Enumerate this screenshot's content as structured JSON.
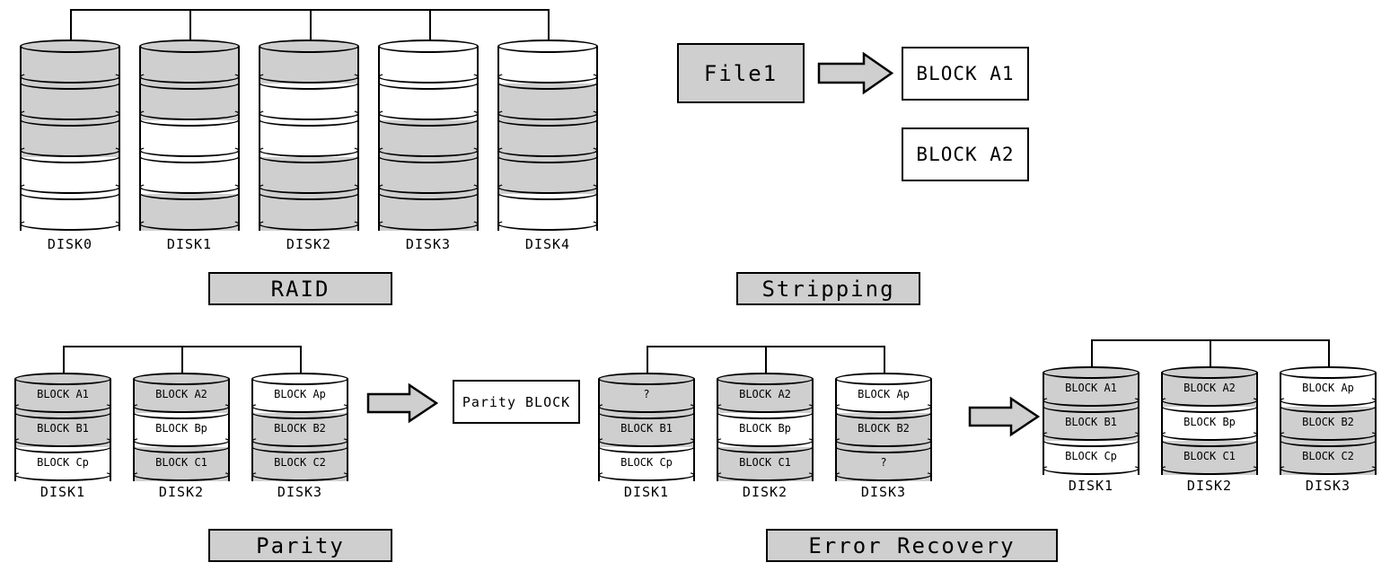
{
  "background": "#ffffff",
  "colors": {
    "gray_fill": "#cfcfcf",
    "outline": "#000000",
    "white_fill": "#ffffff"
  },
  "sections": {
    "raid": {
      "label": "RAID",
      "disks": [
        {
          "caption": "DISK0",
          "segments": [
            {
              "text": "",
              "fill": "gray"
            },
            {
              "text": "",
              "fill": "gray"
            },
            {
              "text": "",
              "fill": "gray"
            },
            {
              "text": "",
              "fill": "white"
            },
            {
              "text": "",
              "fill": "white"
            }
          ]
        },
        {
          "caption": "DISK1",
          "segments": [
            {
              "text": "",
              "fill": "gray"
            },
            {
              "text": "",
              "fill": "gray"
            },
            {
              "text": "",
              "fill": "white"
            },
            {
              "text": "",
              "fill": "white"
            },
            {
              "text": "",
              "fill": "gray"
            }
          ]
        },
        {
          "caption": "DISK2",
          "segments": [
            {
              "text": "",
              "fill": "gray"
            },
            {
              "text": "",
              "fill": "white"
            },
            {
              "text": "",
              "fill": "white"
            },
            {
              "text": "",
              "fill": "gray"
            },
            {
              "text": "",
              "fill": "gray"
            }
          ]
        },
        {
          "caption": "DISK3",
          "segments": [
            {
              "text": "",
              "fill": "white"
            },
            {
              "text": "",
              "fill": "white"
            },
            {
              "text": "",
              "fill": "gray"
            },
            {
              "text": "",
              "fill": "gray"
            },
            {
              "text": "",
              "fill": "gray"
            }
          ]
        },
        {
          "caption": "DISK4",
          "segments": [
            {
              "text": "",
              "fill": "white"
            },
            {
              "text": "",
              "fill": "gray"
            },
            {
              "text": "",
              "fill": "gray"
            },
            {
              "text": "",
              "fill": "gray"
            },
            {
              "text": "",
              "fill": "white"
            }
          ]
        }
      ]
    },
    "stripping": {
      "label": "Stripping",
      "source_box": "File1",
      "arrow": "right-arrow",
      "result_boxes": [
        "BLOCK A1",
        "BLOCK A2"
      ]
    },
    "parity": {
      "label": "Parity",
      "arrow": "right-arrow",
      "result_box": "Parity BLOCK",
      "disks": [
        {
          "caption": "DISK1",
          "segments": [
            {
              "text": "BLOCK A1",
              "fill": "gray"
            },
            {
              "text": "BLOCK B1",
              "fill": "gray"
            },
            {
              "text": "BLOCK Cp",
              "fill": "white"
            }
          ]
        },
        {
          "caption": "DISK2",
          "segments": [
            {
              "text": "BLOCK A2",
              "fill": "gray"
            },
            {
              "text": "BLOCK Bp",
              "fill": "white"
            },
            {
              "text": "BLOCK C1",
              "fill": "gray"
            }
          ]
        },
        {
          "caption": "DISK3",
          "segments": [
            {
              "text": "BLOCK Ap",
              "fill": "white"
            },
            {
              "text": "BLOCK B2",
              "fill": "gray"
            },
            {
              "text": "BLOCK C2",
              "fill": "gray"
            }
          ]
        }
      ]
    },
    "error_recovery": {
      "label": "Error Recovery",
      "arrow": "right-arrow",
      "failed_disks": [
        {
          "caption": "DISK1",
          "segments": [
            {
              "text": "?",
              "fill": "gray"
            },
            {
              "text": "BLOCK B1",
              "fill": "gray"
            },
            {
              "text": "BLOCK Cp",
              "fill": "white"
            }
          ]
        },
        {
          "caption": "DISK2",
          "segments": [
            {
              "text": "BLOCK A2",
              "fill": "gray"
            },
            {
              "text": "BLOCK Bp",
              "fill": "white"
            },
            {
              "text": "BLOCK C1",
              "fill": "gray"
            }
          ]
        },
        {
          "caption": "DISK3",
          "segments": [
            {
              "text": "BLOCK Ap",
              "fill": "white"
            },
            {
              "text": "BLOCK B2",
              "fill": "gray"
            },
            {
              "text": "?",
              "fill": "gray"
            }
          ]
        }
      ],
      "recovered_disks": [
        {
          "caption": "DISK1",
          "segments": [
            {
              "text": "BLOCK A1",
              "fill": "gray"
            },
            {
              "text": "BLOCK B1",
              "fill": "gray"
            },
            {
              "text": "BLOCK Cp",
              "fill": "white"
            }
          ]
        },
        {
          "caption": "DISK2",
          "segments": [
            {
              "text": "BLOCK A2",
              "fill": "gray"
            },
            {
              "text": "BLOCK Bp",
              "fill": "white"
            },
            {
              "text": "BLOCK C1",
              "fill": "gray"
            }
          ]
        },
        {
          "caption": "DISK3",
          "segments": [
            {
              "text": "BLOCK Ap",
              "fill": "white"
            },
            {
              "text": "BLOCK B2",
              "fill": "gray"
            },
            {
              "text": "BLOCK C2",
              "fill": "gray"
            }
          ]
        }
      ]
    }
  }
}
